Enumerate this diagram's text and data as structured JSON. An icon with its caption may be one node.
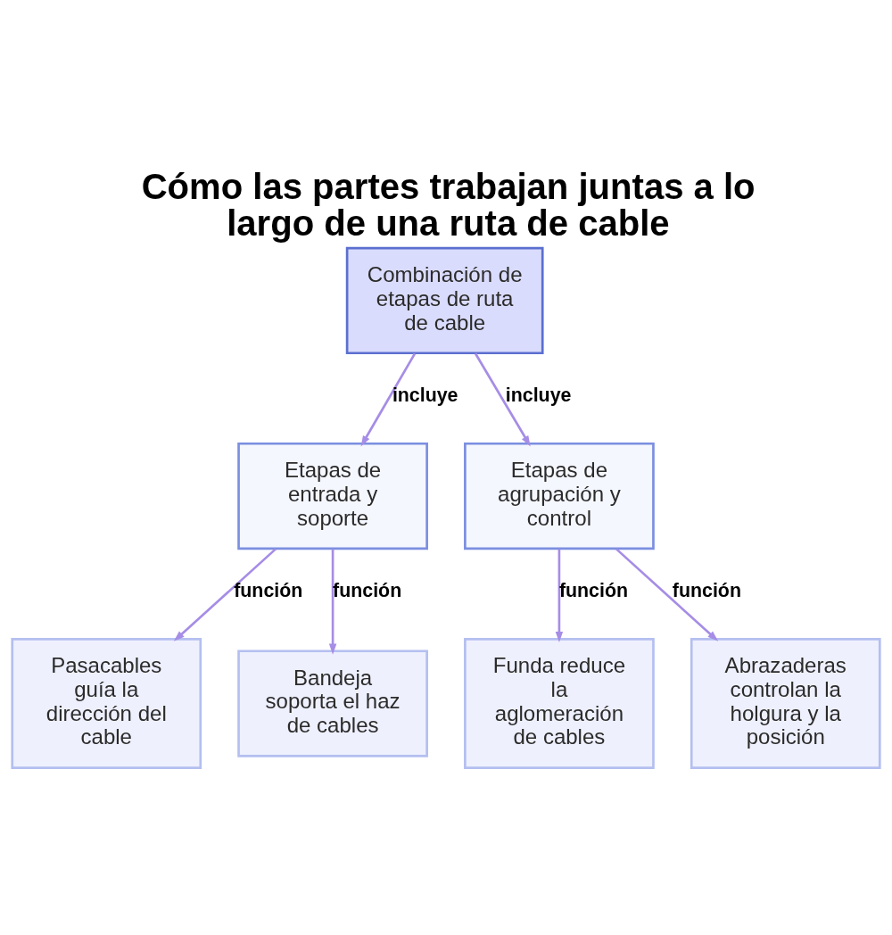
{
  "diagram": {
    "title": "Cómo las partes trabajan juntas a lo largo de una ruta de cable",
    "nodes": [
      {
        "text": [
          "Combinación de etapas de ruta de cable"
        ]
      },
      {
        "text": [
          "Etapas de entrada y soporte"
        ]
      },
      {
        "text": [
          "Etapas de agrupación y control"
        ]
      },
      {
        "text": [
          "Pasacables guía la dirección del cable"
        ]
      },
      {
        "text": [
          "Bandeja soporta el haz de cables"
        ]
      },
      {
        "text": [
          "Funda reduce la aglomeración de cables"
        ]
      },
      {
        "text": [
          "Abrazaderas controlan la holgura y la posición"
        ]
      }
    ],
    "edges": [
      {
        "from": 0,
        "to": 1,
        "arrow": "to",
        "label": "incluye"
      },
      {
        "from": 0,
        "to": 2,
        "arrow": "to",
        "label": "incluye"
      },
      {
        "from": 1,
        "to": 3,
        "arrow": "to",
        "label": "función"
      },
      {
        "from": 1,
        "to": 4,
        "arrow": "to",
        "label": "función"
      },
      {
        "from": 2,
        "to": 5,
        "arrow": "to",
        "label": "función"
      },
      {
        "from": 2,
        "to": 6,
        "arrow": "to",
        "label": "función"
      }
    ]
  }
}
